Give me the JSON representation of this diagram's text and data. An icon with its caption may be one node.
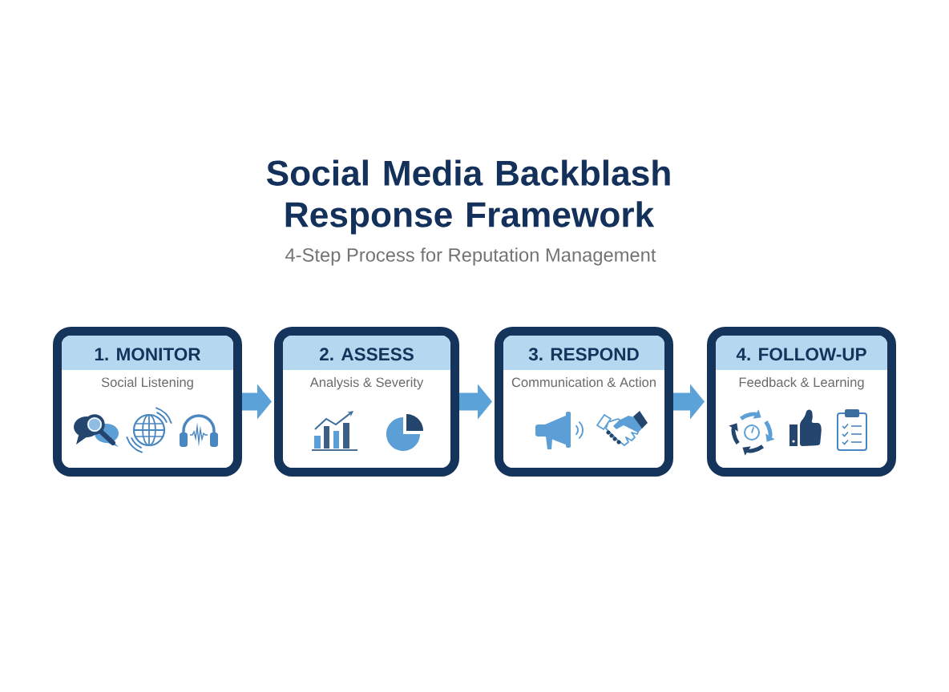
{
  "diagram": {
    "title": "Social Media Backblash Response Framework",
    "nodes": [
      {
        "text": [
          "1. MONITOR",
          "Social Listening"
        ]
      },
      {
        "text": [
          "2. ASSESS",
          "Analysis & Severity"
        ]
      },
      {
        "text": [
          "3. RESPOND",
          "Communication & Action"
        ]
      },
      {
        "text": [
          "4. FOLLOW-UP",
          "Feedback & Learning"
        ]
      }
    ],
    "edges": [
      {
        "from": 0,
        "to": 1,
        "arrow": "to"
      },
      {
        "from": 1,
        "to": 2,
        "arrow": "to"
      },
      {
        "from": 2,
        "to": 3,
        "arrow": "to"
      }
    ],
    "labels": [
      "4-Step Process for Reputation Management"
    ]
  }
}
